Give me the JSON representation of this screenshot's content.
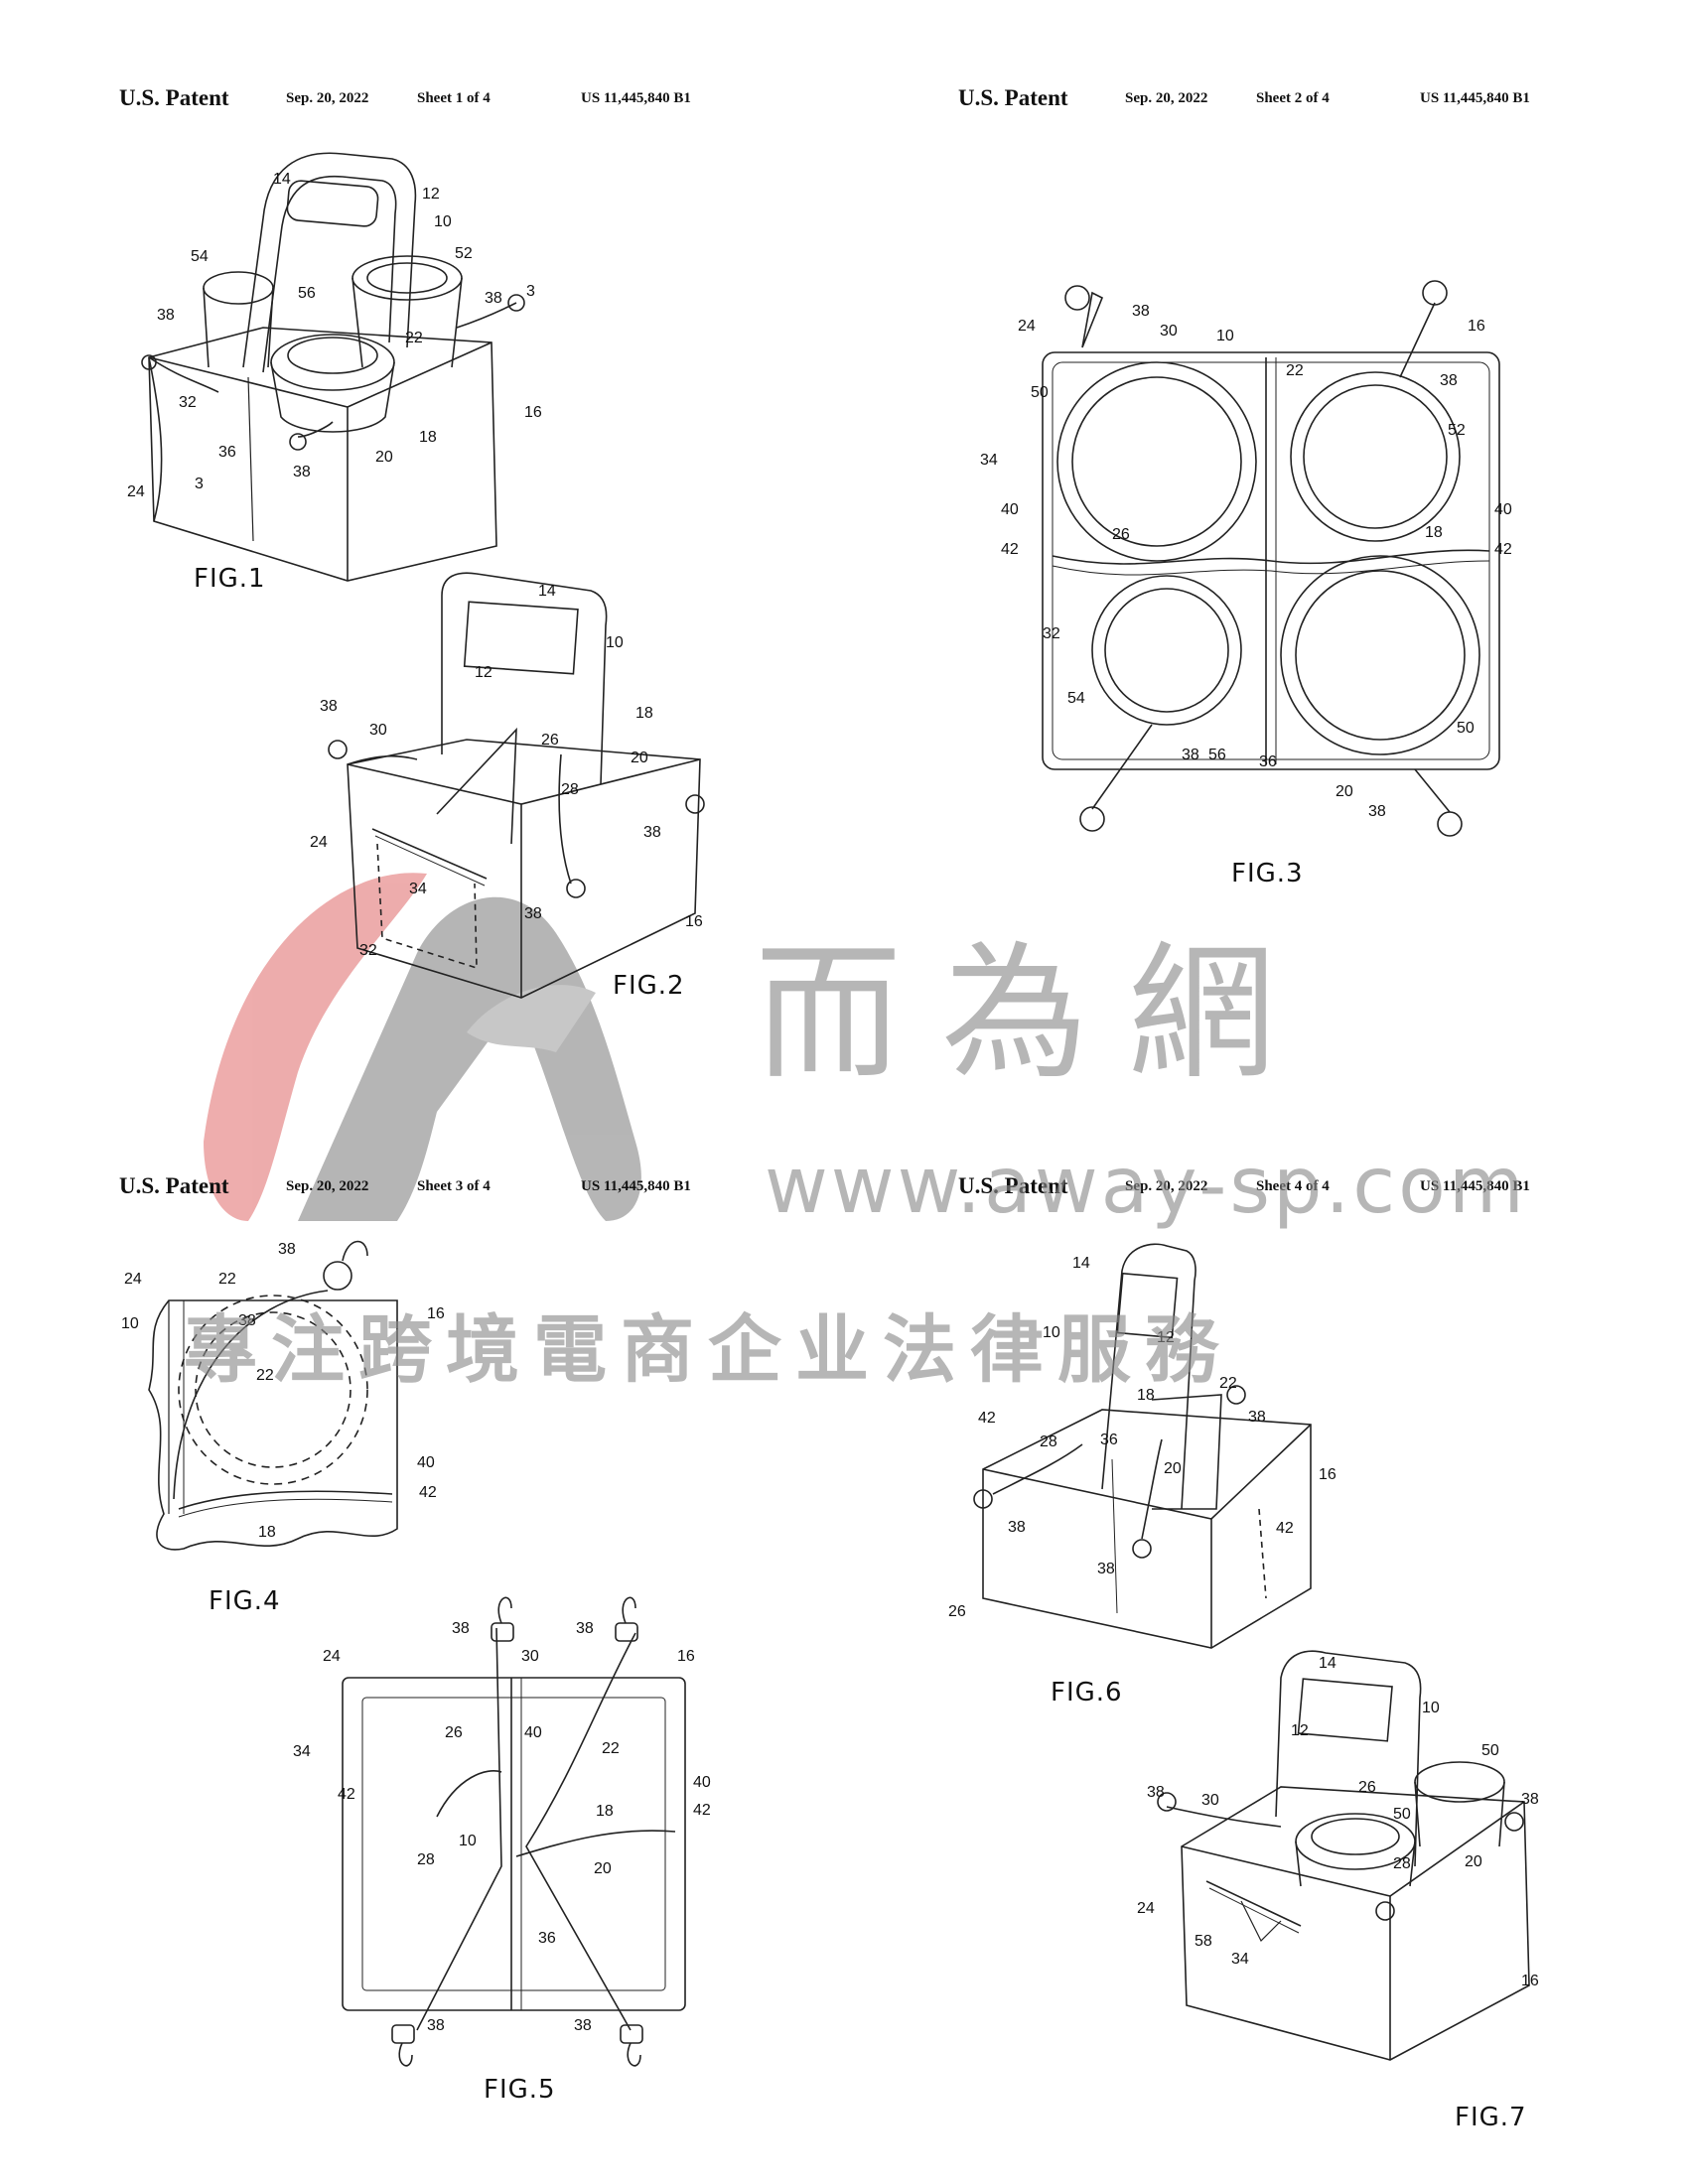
{
  "sheets": [
    {
      "patent": "U.S. Patent",
      "date": "Sep. 20, 2022",
      "sheet": "Sheet 1 of 4",
      "number": "US 11,445,840 B1"
    },
    {
      "patent": "U.S. Patent",
      "date": "Sep. 20, 2022",
      "sheet": "Sheet 2 of 4",
      "number": "US 11,445,840 B1"
    },
    {
      "patent": "U.S. Patent",
      "date": "Sep. 20, 2022",
      "sheet": "Sheet 3 of 4",
      "number": "US 11,445,840 B1"
    },
    {
      "patent": "U.S. Patent",
      "date": "Sep. 20, 2022",
      "sheet": "Sheet 4 of 4",
      "number": "US 11,445,840 B1"
    }
  ],
  "figures": {
    "fig1": "FIG.1",
    "fig2": "FIG.2",
    "fig3": "FIG.3",
    "fig4": "FIG.4",
    "fig5": "FIG.5",
    "fig6": "FIG.6",
    "fig7": "FIG.7"
  },
  "watermark": {
    "chinese": "而為網",
    "url": "www.away-sp.com",
    "tagline": "專注跨境電商企业法律服務",
    "logo_color": "#e06a6a"
  },
  "ref_numerals": {
    "fig1": [
      "14",
      "12",
      "10",
      "54",
      "52",
      "3",
      "56",
      "38",
      "38",
      "22",
      "32",
      "36",
      "20",
      "18",
      "16",
      "3",
      "24",
      "38"
    ],
    "fig2": [
      "14",
      "10",
      "12",
      "38",
      "30",
      "26",
      "18",
      "20",
      "28",
      "24",
      "34",
      "38",
      "38",
      "16",
      "32"
    ],
    "fig3": [
      "38",
      "24",
      "30",
      "10",
      "16",
      "22",
      "38",
      "50",
      "52",
      "34",
      "40",
      "42",
      "26",
      "18",
      "40",
      "42",
      "32",
      "54",
      "38",
      "56",
      "36",
      "20",
      "38",
      "50"
    ],
    "fig4": [
      "38",
      "24",
      "22",
      "16",
      "10",
      "38",
      "22",
      "40",
      "42",
      "18"
    ],
    "fig5": [
      "38",
      "38",
      "24",
      "30",
      "16",
      "34",
      "26",
      "40",
      "22",
      "40",
      "42",
      "42",
      "18",
      "10",
      "28",
      "20",
      "36",
      "38",
      "38"
    ],
    "fig6": [
      "14",
      "10",
      "12",
      "18",
      "22",
      "38",
      "42",
      "28",
      "36",
      "20",
      "16",
      "38",
      "42",
      "38",
      "26"
    ],
    "fig7": [
      "14",
      "10",
      "12",
      "50",
      "38",
      "30",
      "26",
      "50",
      "38",
      "20",
      "24",
      "28",
      "58",
      "34",
      "16"
    ]
  }
}
